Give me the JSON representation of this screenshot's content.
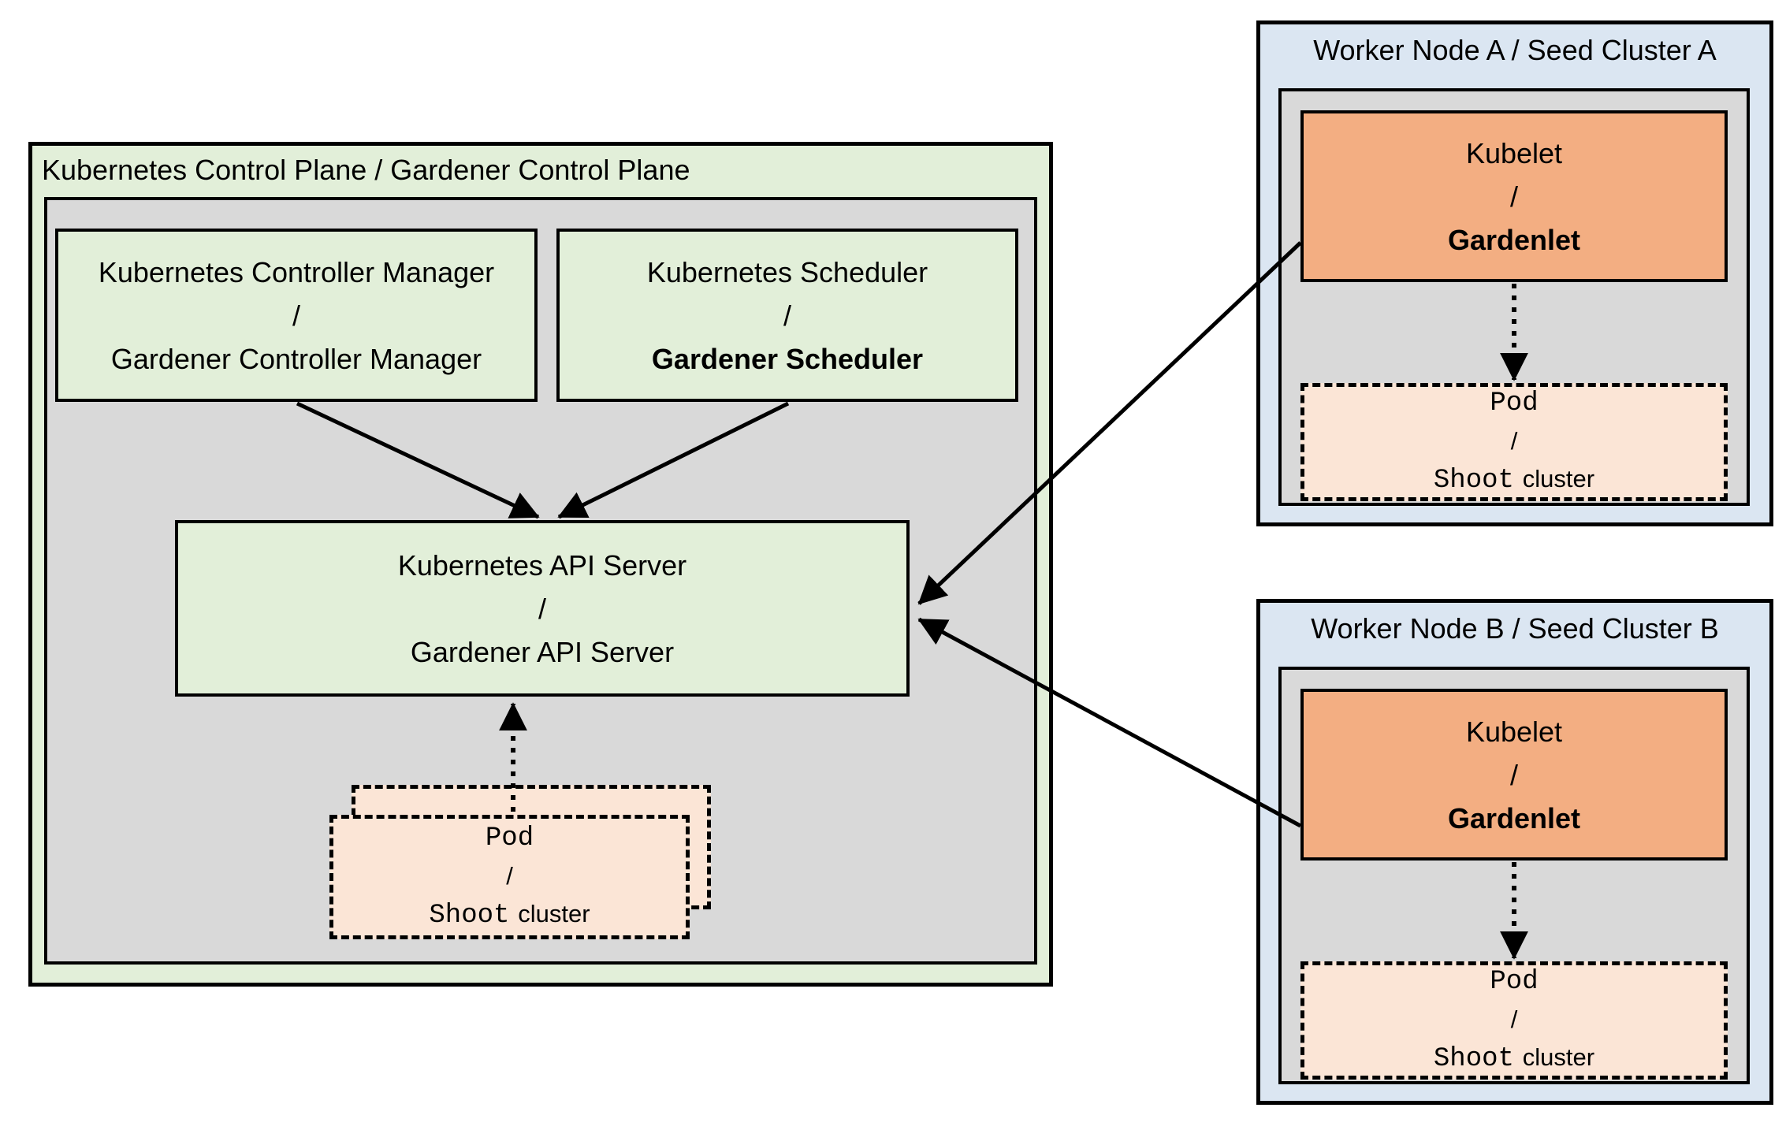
{
  "colors": {
    "green": "#e2efd9",
    "gray": "#d9d9d9",
    "blue": "#dbe6f2",
    "orange": "#f3ae82",
    "peach": "#fbe5d6",
    "line": "#000000",
    "bg": "#ffffff"
  },
  "control_plane": {
    "title": "Kubernetes Control Plane / Gardener Control Plane",
    "controller_manager": {
      "line1": "Kubernetes Controller Manager",
      "line2": "/",
      "line3": "Gardener Controller Manager"
    },
    "scheduler": {
      "line1": "Kubernetes Scheduler",
      "line2": "/",
      "line3": "Gardener Scheduler"
    },
    "api_server": {
      "line1": "Kubernetes API Server",
      "line2": "/",
      "line3": "Gardener API Server"
    },
    "pod": {
      "line1": "Pod",
      "line2": "/",
      "line3_mono": "Shoot",
      "line3_text": "cluster"
    }
  },
  "worker_nodes": [
    {
      "title": "Worker Node A / Seed Cluster A",
      "kubelet": {
        "line1": "Kubelet",
        "line2": "/",
        "line3": "Gardenlet"
      },
      "pod": {
        "line1": "Pod",
        "line2": "/",
        "line3_mono": "Shoot",
        "line3_text": "cluster"
      }
    },
    {
      "title": "Worker Node B / Seed Cluster B",
      "kubelet": {
        "line1": "Kubelet",
        "line2": "/",
        "line3": "Gardenlet"
      },
      "pod": {
        "line1": "Pod",
        "line2": "/",
        "line3_mono": "Shoot",
        "line3_text": "cluster"
      }
    }
  ]
}
